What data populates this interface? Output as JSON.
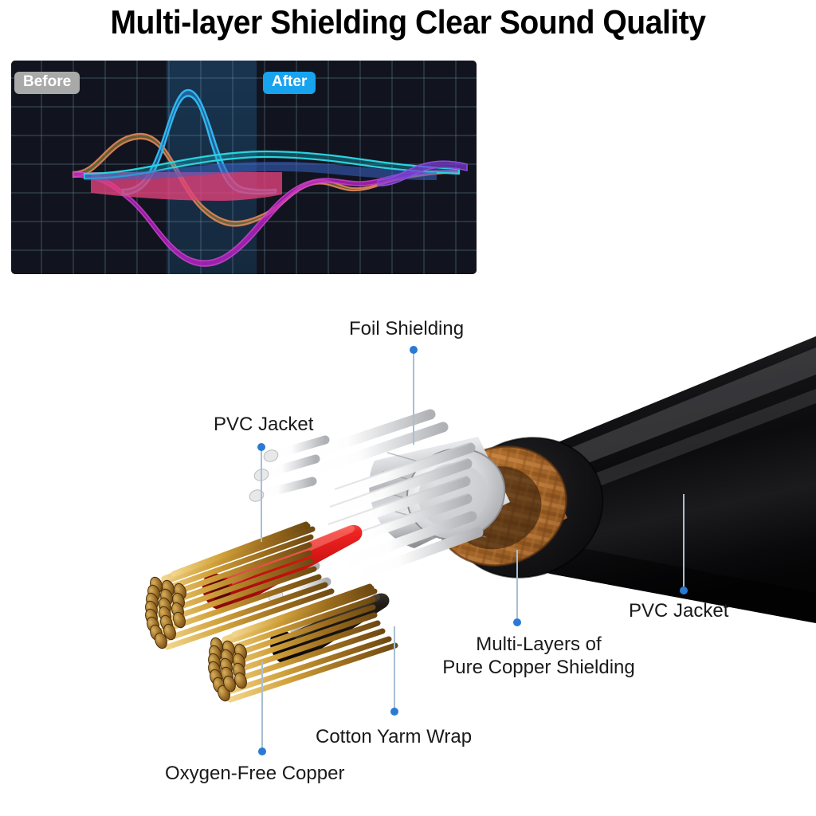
{
  "title": "Multi-layer Shielding Clear Sound Quality",
  "waveform_panel": {
    "badges": {
      "before_label": "Before",
      "after_label": "After"
    },
    "background_color": "#11141f",
    "grid_color": "#7fa8bd",
    "after_highlight_color": "#1d4f77"
  },
  "callouts": [
    {
      "id": "foil-shielding",
      "label": "Foil Shielding"
    },
    {
      "id": "pvc-jacket-top",
      "label": "PVC Jacket"
    },
    {
      "id": "copper-shielding-line1",
      "label": "Multi-Layers of"
    },
    {
      "id": "copper-shielding-line2",
      "label": "Pure Copper Shielding"
    },
    {
      "id": "pvc-jacket-right",
      "label": "PVC Jacket"
    },
    {
      "id": "cotton-yarn-wrap",
      "label": "Cotton Yarm Wrap"
    },
    {
      "id": "oxygen-free-copper",
      "label": "Oxygen-Free Copper"
    }
  ],
  "colors": {
    "accent_blue": "#2a7ad4",
    "leader_line": "#a9bed4",
    "badge_after": "#18a3ef",
    "badge_before": "#a9a9a9",
    "text": "#1a1a1a",
    "pvc_jacket": "#17171a",
    "copper_braid": "#b5712f",
    "foil_shield": "#d9dadc",
    "cotton_yarn": "#f2f2f3",
    "copper_strand": "#c8982f",
    "red_conductor": "#e41f20",
    "black_conductor": "#181512"
  },
  "chart_data": {
    "type": "area",
    "title": "",
    "xlabel": "",
    "ylabel": "",
    "grid": true,
    "legend": false,
    "series": [
      {
        "name": "before-olive",
        "color": "#8a7a3a",
        "stroke": "#e2855a"
      },
      {
        "name": "before-magenta",
        "color": "#c020c8",
        "stroke": "#c020c8"
      },
      {
        "name": "after-blue",
        "color": "#2a7fc4",
        "stroke": "#31b6f0"
      },
      {
        "name": "after-pink",
        "color": "#e0417a",
        "stroke": "#e0417a"
      },
      {
        "name": "after-cyan",
        "color": "#18b5c8",
        "stroke": "#2ad4e0"
      },
      {
        "name": "tail-purple",
        "color": "#7a3ad0",
        "stroke": "#8a4ae0"
      }
    ]
  }
}
